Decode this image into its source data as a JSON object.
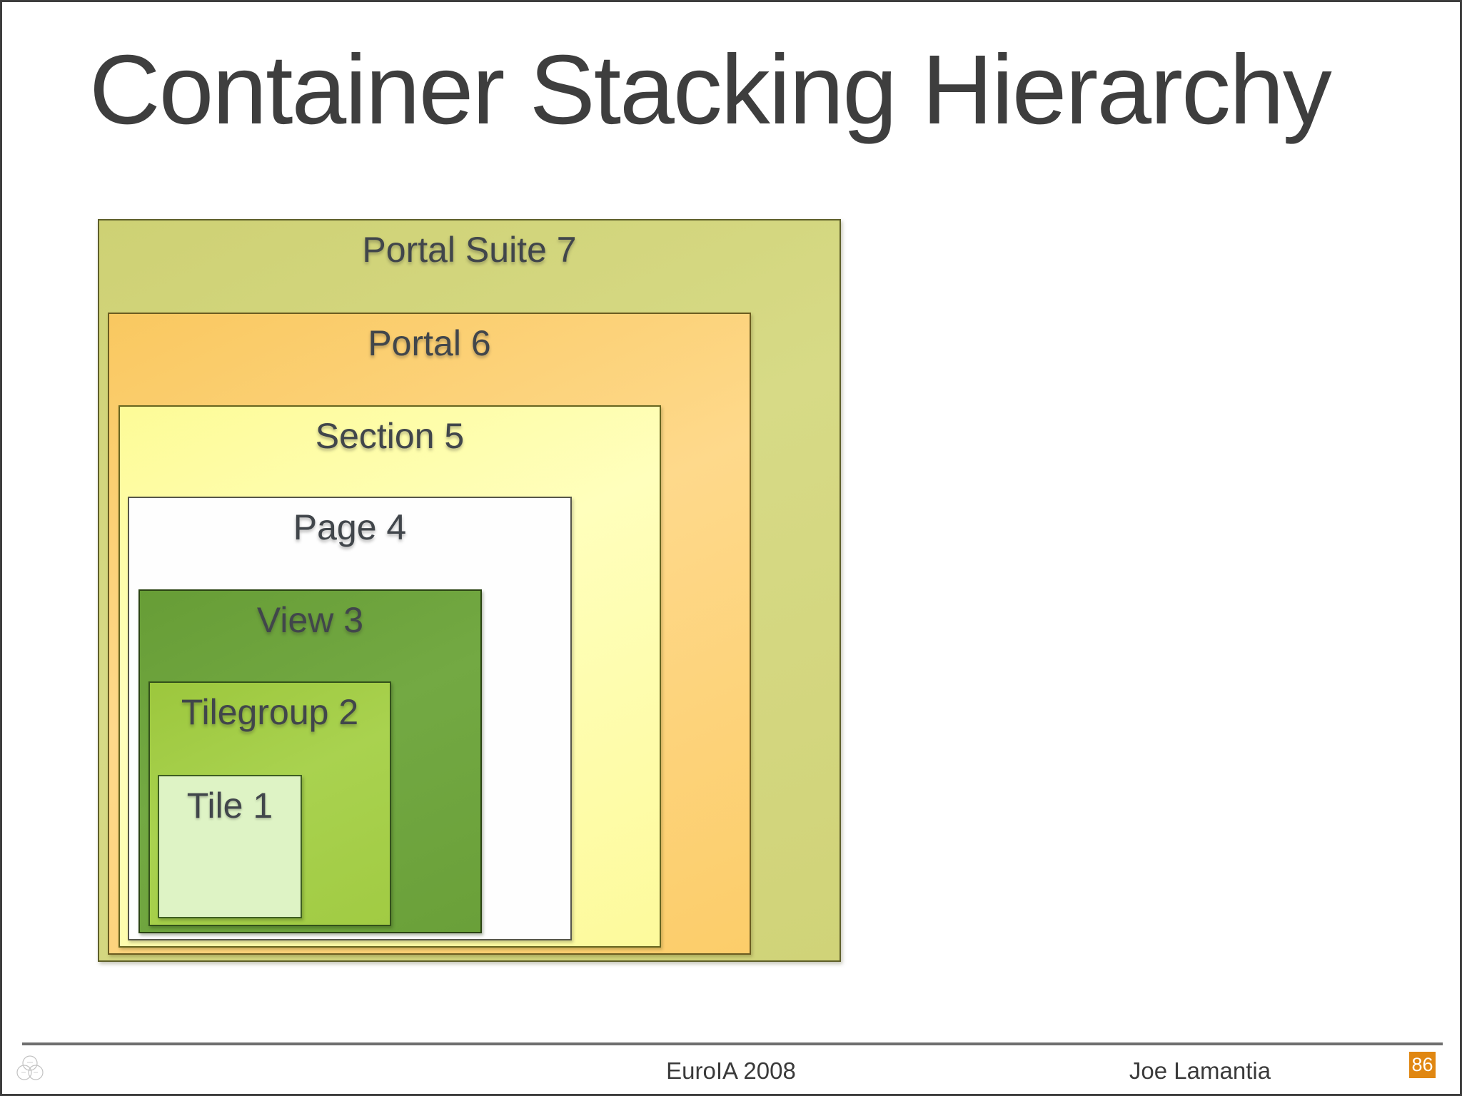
{
  "slide": {
    "title": "Container Stacking Hierarchy"
  },
  "diagram": {
    "type": "nested-container-hierarchy",
    "containers": [
      {
        "level": 7,
        "label": "Portal Suite 7",
        "fill": "#d3d67e"
      },
      {
        "level": 6,
        "label": "Portal 6",
        "fill": "#fdd378"
      },
      {
        "level": 5,
        "label": "Section 5",
        "fill": "#ffffaa"
      },
      {
        "level": 4,
        "label": "Page 4",
        "fill": "#fefefe"
      },
      {
        "level": 3,
        "label": "View 3",
        "fill": "#6da23c"
      },
      {
        "level": 2,
        "label": "Tilegroup 2",
        "fill": "#a2cc45"
      },
      {
        "level": 1,
        "label": "Tile 1",
        "fill": "#def3c5"
      }
    ],
    "label_color": "#41464b"
  },
  "footer": {
    "conference": "EuroIA 2008",
    "author": "Joe Lamantia",
    "page_number": "86",
    "badge_color": "#e08712",
    "rule_color": "#6e6e6e"
  }
}
